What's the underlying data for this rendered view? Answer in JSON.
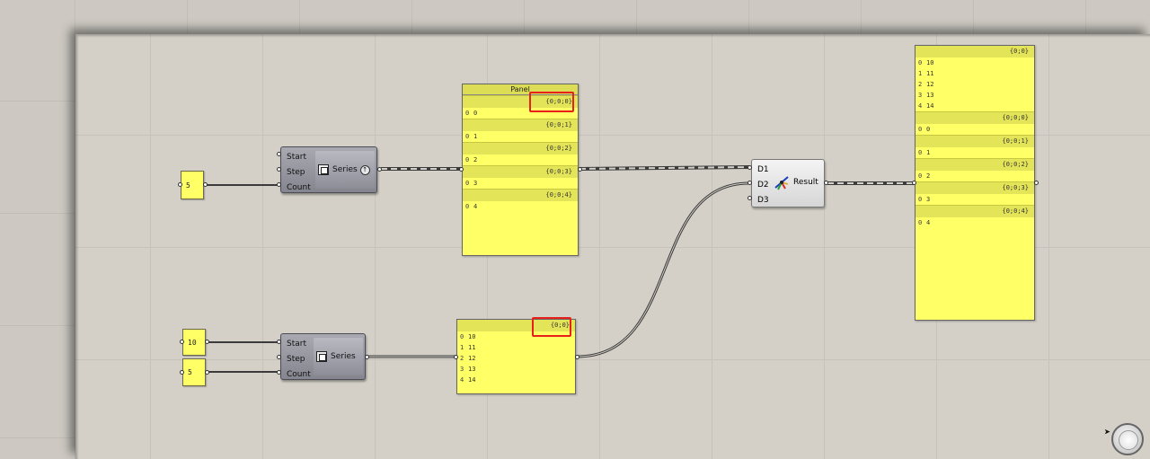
{
  "count_slider": {
    "value": "5"
  },
  "series_top": {
    "inputs": [
      "Start",
      "Step",
      "Count"
    ],
    "label": "Series",
    "badge": "↑"
  },
  "panel_top": {
    "title": "Panel",
    "branches": [
      {
        "path": "{0;0;0}",
        "items": [
          {
            "idx": "0",
            "val": "0"
          }
        ]
      },
      {
        "path": "{0;0;1}",
        "items": [
          {
            "idx": "0",
            "val": "1"
          }
        ]
      },
      {
        "path": "{0;0;2}",
        "items": [
          {
            "idx": "0",
            "val": "2"
          }
        ]
      },
      {
        "path": "{0;0;3}",
        "items": [
          {
            "idx": "0",
            "val": "3"
          }
        ]
      },
      {
        "path": "{0;0;4}",
        "items": [
          {
            "idx": "0",
            "val": "4"
          }
        ]
      }
    ]
  },
  "start_slider": {
    "value": "10"
  },
  "count_slider_2": {
    "value": "5"
  },
  "series_bottom": {
    "inputs": [
      "Start",
      "Step",
      "Count"
    ],
    "label": "Series"
  },
  "panel_bottom": {
    "branches": [
      {
        "path": "{0;0}",
        "items": [
          {
            "idx": "0",
            "val": "10"
          },
          {
            "idx": "1",
            "val": "11"
          },
          {
            "idx": "2",
            "val": "12"
          },
          {
            "idx": "3",
            "val": "13"
          },
          {
            "idx": "4",
            "val": "14"
          }
        ]
      }
    ]
  },
  "result_comp": {
    "inputs": [
      "D1",
      "D2",
      "D3"
    ],
    "label": "Result"
  },
  "panel_result": {
    "branches": [
      {
        "path": "{0;0}",
        "items": [
          {
            "idx": "0",
            "val": "10"
          },
          {
            "idx": "1",
            "val": "11"
          },
          {
            "idx": "2",
            "val": "12"
          },
          {
            "idx": "3",
            "val": "13"
          },
          {
            "idx": "4",
            "val": "14"
          }
        ]
      },
      {
        "path": "{0;0;0}",
        "items": [
          {
            "idx": "0",
            "val": "0"
          }
        ]
      },
      {
        "path": "{0;0;1}",
        "items": [
          {
            "idx": "0",
            "val": "1"
          }
        ]
      },
      {
        "path": "{0;0;2}",
        "items": [
          {
            "idx": "0",
            "val": "2"
          }
        ]
      },
      {
        "path": "{0;0;3}",
        "items": [
          {
            "idx": "0",
            "val": "3"
          }
        ]
      },
      {
        "path": "{0;0;4}",
        "items": [
          {
            "idx": "0",
            "val": "4"
          }
        ]
      }
    ]
  },
  "colors": {
    "panel_yellow": "#ffff66",
    "highlight": "#e8201a",
    "canvas": "#d4d0c8"
  },
  "icons": {
    "series": "copy-stack-icon",
    "result": "bird-icon",
    "nav": "navigation-compass-icon"
  }
}
